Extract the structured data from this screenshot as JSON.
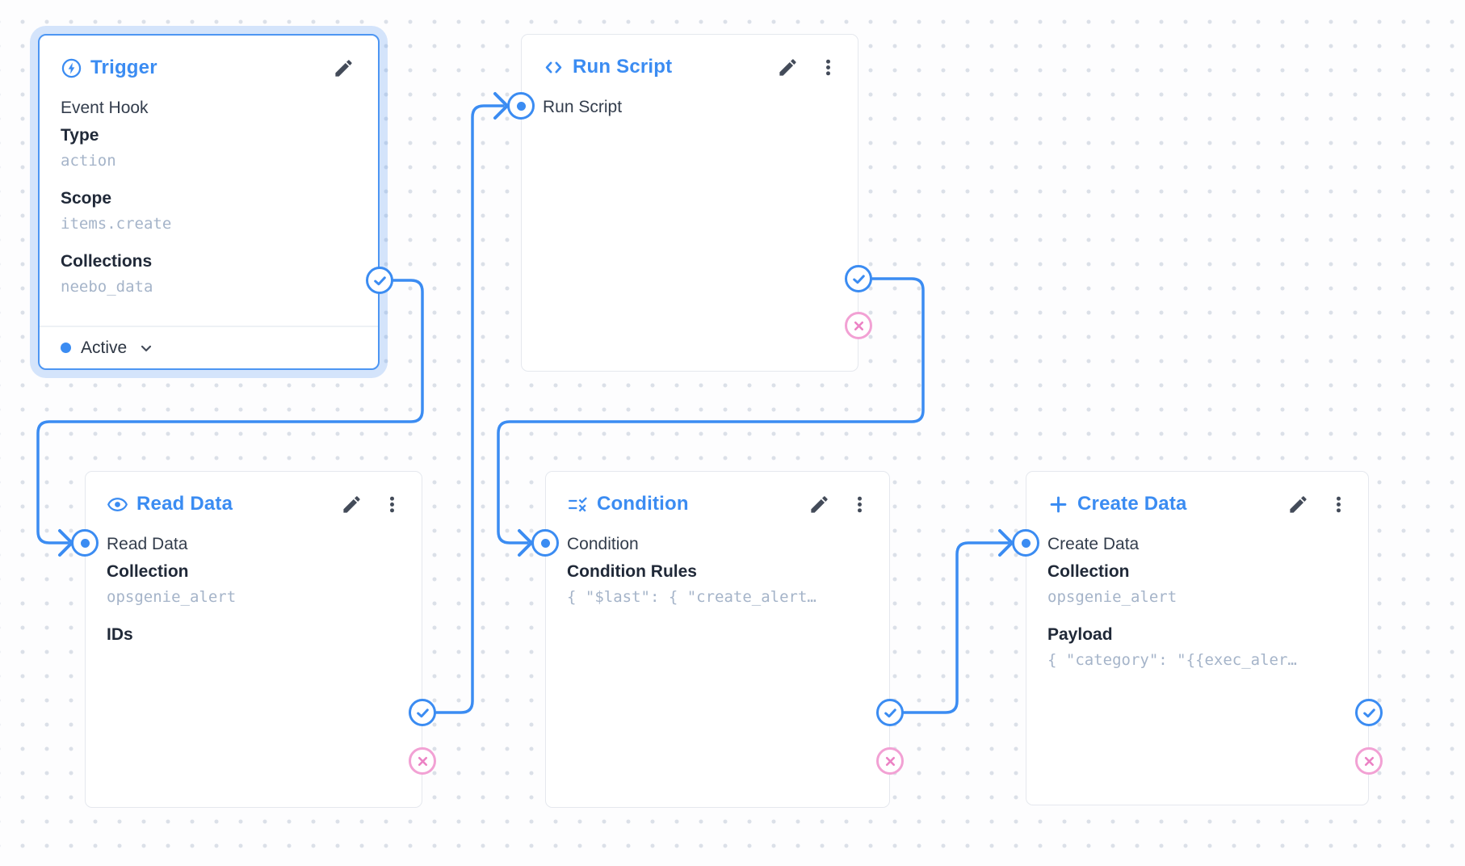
{
  "app": {
    "name": "flow-editor-canvas"
  },
  "colors": {
    "accent": "#3b8cf2",
    "reject_ring": "#f2a1d4",
    "reject_glyph": "#ec82c4",
    "card_border": "#e5e8ee",
    "label_bold": "#202938",
    "label": "#333d4c",
    "value_muted": "#a5b4c9",
    "icon_dark": "#434b59",
    "dot_grid": "#dbe0e8"
  },
  "nodes": [
    {
      "key": "trigger",
      "title": "Trigger",
      "icon": "bolt-circle-icon",
      "type_label": "Event Hook",
      "fields": [
        {
          "label": "Type",
          "value": "action"
        },
        {
          "label": "Scope",
          "value": "items.create"
        },
        {
          "label": "Collections",
          "value": "neebo_data"
        }
      ],
      "status": {
        "label": "Active"
      }
    },
    {
      "key": "run-script",
      "title": "Run Script",
      "icon": "code-icon",
      "input_label": "Run Script"
    },
    {
      "key": "read-data",
      "title": "Read Data",
      "icon": "eye-icon",
      "input_label": "Read Data",
      "fields": [
        {
          "label": "Collection",
          "value": "opsgenie_alert"
        },
        {
          "label": "IDs",
          "value": ""
        }
      ]
    },
    {
      "key": "condition",
      "title": "Condition",
      "icon": "rule-icon",
      "input_label": "Condition",
      "fields": [
        {
          "label": "Condition Rules",
          "value": "{ \"$last\": { \"create_alert…"
        }
      ]
    },
    {
      "key": "create-data",
      "title": "Create Data",
      "icon": "plus-icon",
      "input_label": "Create Data",
      "fields": [
        {
          "label": "Collection",
          "value": "opsgenie_alert"
        },
        {
          "label": "Payload",
          "value": "{ \"category\": \"{{exec_aler…"
        }
      ]
    }
  ]
}
